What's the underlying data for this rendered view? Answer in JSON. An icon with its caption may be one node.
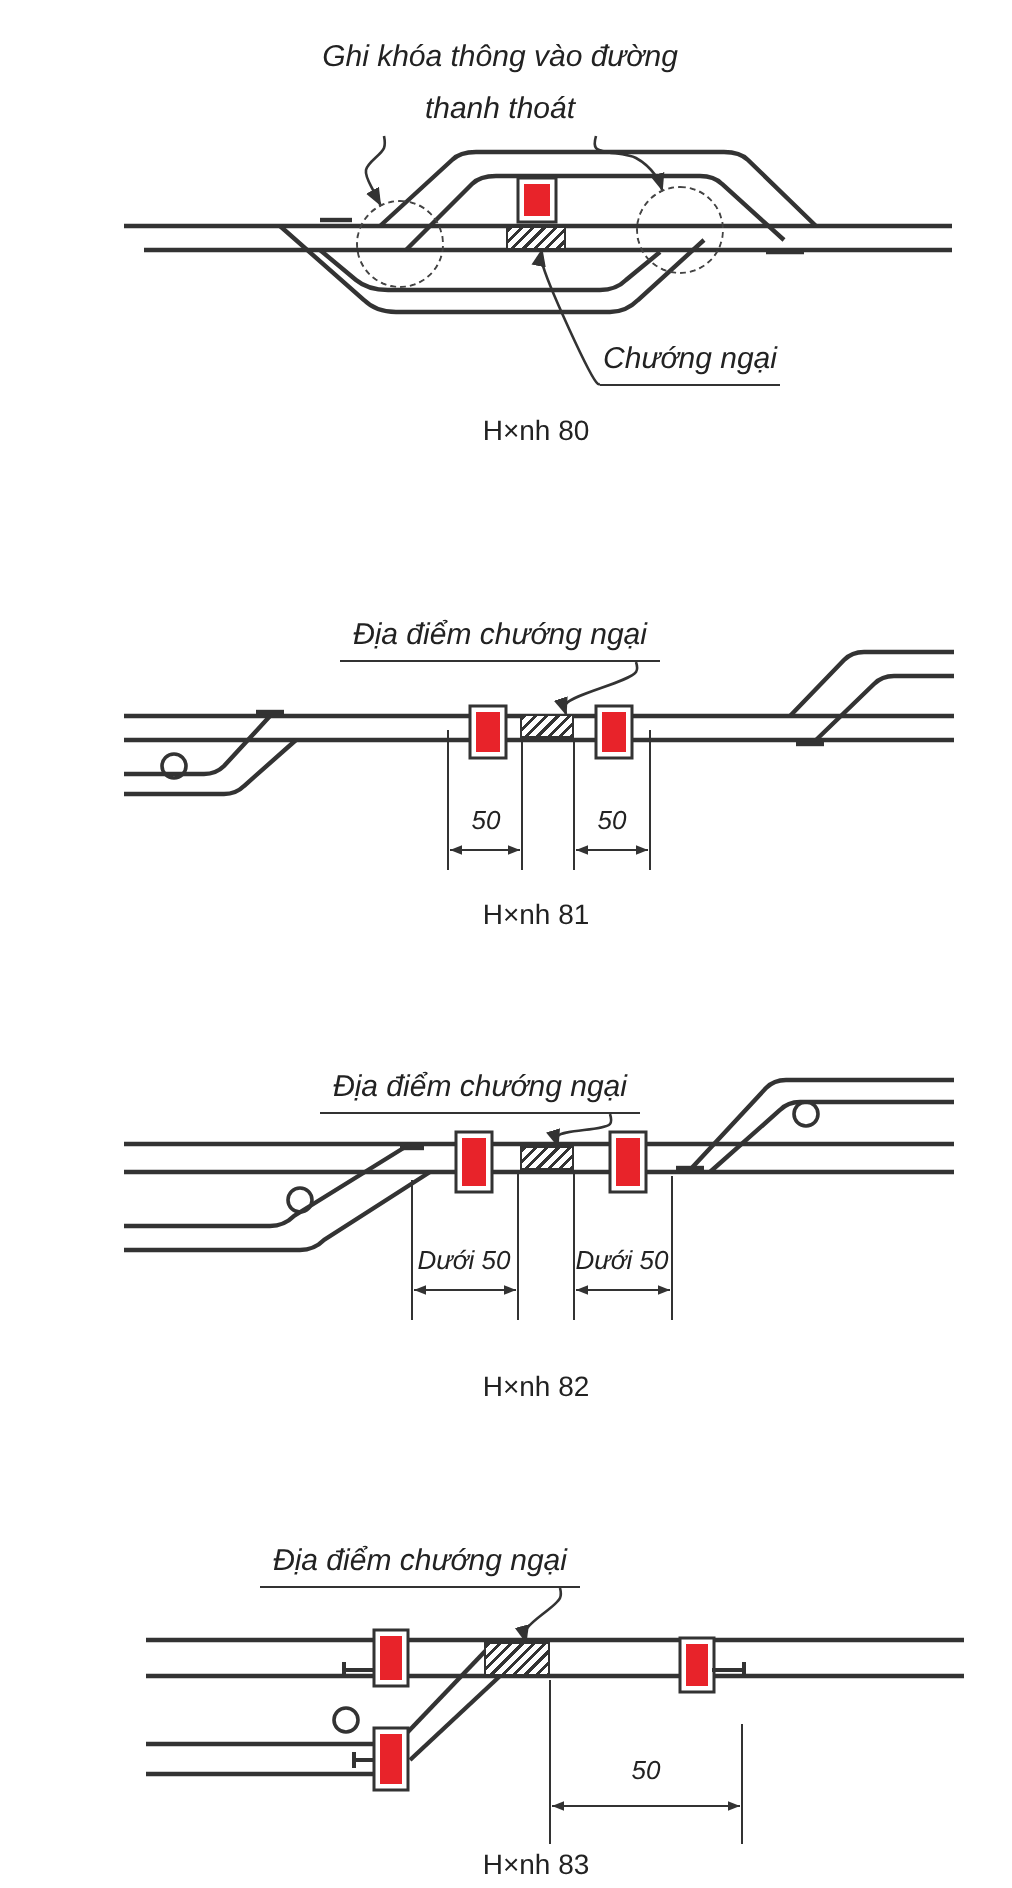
{
  "diagram": {
    "nodes": [
      {
        "text": [
          "Ghi khóa thông vào đường thanh thoát"
        ]
      },
      {
        "text": [],
        "shape": "circle"
      },
      {
        "text": [],
        "shape": "circle"
      },
      {
        "text": [],
        "shape": "box"
      },
      {
        "text": [
          "Chướng ngại"
        ]
      },
      {
        "text": [
          "Địa điểm chướng ngại"
        ]
      },
      {
        "text": [],
        "shape": "box"
      },
      {
        "text": [
          "Địa điểm chướng ngại"
        ]
      },
      {
        "text": [],
        "shape": "box"
      },
      {
        "text": [
          "Địa điểm chướng ngại"
        ]
      },
      {
        "text": [],
        "shape": "box"
      }
    ],
    "edges": [
      {
        "from": 0,
        "to": 1,
        "arrow": "to"
      },
      {
        "from": 0,
        "to": 2,
        "arrow": "to"
      },
      {
        "from": 4,
        "to": 3,
        "arrow": "to"
      },
      {
        "from": 5,
        "to": 6,
        "arrow": "to"
      },
      {
        "from": 7,
        "to": 8,
        "arrow": "to"
      },
      {
        "from": 9,
        "to": 10,
        "arrow": "to"
      }
    ],
    "labels": [
      "H×nh 80",
      "50",
      "50",
      "H×nh 81",
      "Dưới 50",
      "Dưới 50",
      "H×nh 82",
      "50",
      "H×nh 83"
    ]
  }
}
